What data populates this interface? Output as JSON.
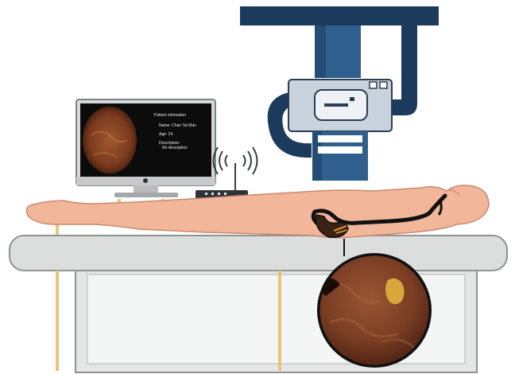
{
  "monitor": {
    "heading": "Patient infomation",
    "name": "Name: Chan Tai Man",
    "age": "Age: 24",
    "description_label": "Description:",
    "description_value": "No description"
  },
  "colors": {
    "gantry": "#1b3a5c",
    "skin": "#f2b69b",
    "table": "#dcdedd",
    "cable": "#e8c574",
    "tissue": "#7a3e24",
    "capsule_marker": "#d8a63a"
  },
  "icons": [
    "wifi-router-icon",
    "endoscope-icon",
    "monitor-icon",
    "x-ray-machine-icon"
  ]
}
